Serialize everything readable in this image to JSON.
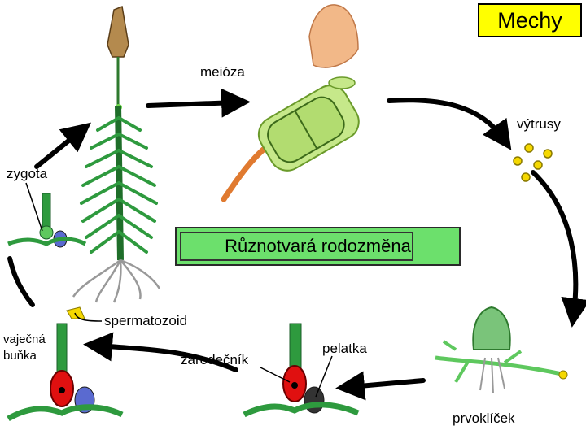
{
  "title": "Mechy",
  "center_label": "Různotvará rodozměna",
  "labels": {
    "meioza": "meióza",
    "vytrusy": "výtrusy",
    "zygota": "zygota",
    "spermatozoid": "spermatozoid",
    "vajecna_bunka_line1": "vaječná",
    "vajecna_bunka_line2": "buňka",
    "pelatka": "pelatka",
    "zarodecnik": "zárodečník",
    "prvoklicek": "prvoklíček"
  },
  "colors": {
    "title_bg": "#ffff00",
    "center_bg": "#6ce06c",
    "plant_green": "#2e9a3e",
    "spore_yellow": "#f5d800",
    "egg_red": "#e01010",
    "capsule_tan": "#b48a4e",
    "arrow": "#000000"
  }
}
